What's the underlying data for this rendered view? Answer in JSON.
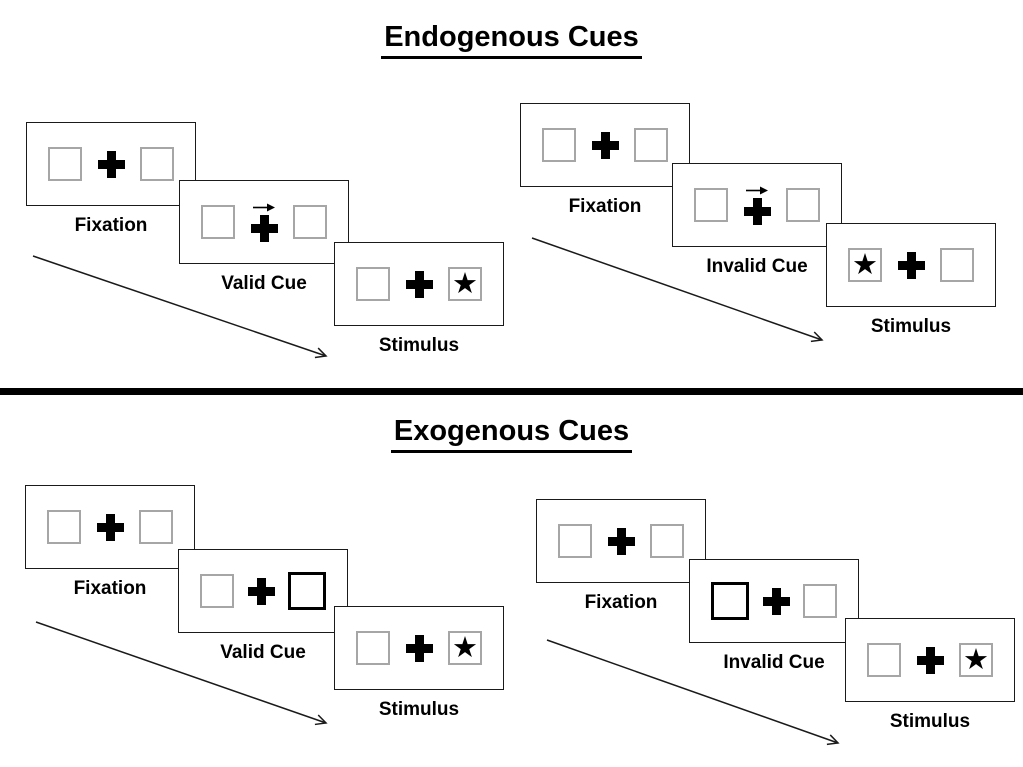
{
  "sections": {
    "endogenous": {
      "title": "Endogenous Cues"
    },
    "exogenous": {
      "title": "Exogenous Cues"
    }
  },
  "panels": [
    {
      "id": "endogenous-valid",
      "cue_style": "central arrow pointing right",
      "stimulus_side": "right",
      "sequence": [
        "Fixation",
        "Valid Cue",
        "Stimulus"
      ]
    },
    {
      "id": "endogenous-invalid",
      "cue_style": "central arrow pointing right",
      "stimulus_side": "left",
      "sequence": [
        "Fixation",
        "Invalid Cue",
        "Stimulus"
      ]
    },
    {
      "id": "exogenous-valid",
      "cue_style": "bold peripheral box on right",
      "stimulus_side": "right",
      "sequence": [
        "Fixation",
        "Valid Cue",
        "Stimulus"
      ]
    },
    {
      "id": "exogenous-invalid",
      "cue_style": "bold peripheral box on left",
      "stimulus_side": "right",
      "sequence": [
        "Fixation",
        "Invalid Cue",
        "Stimulus"
      ]
    }
  ],
  "icons": {
    "star": "★"
  },
  "colors": {
    "ink": "#000000",
    "box_border": "#1a1a1a",
    "square_border": "#a6a6a6",
    "background": "#ffffff"
  }
}
